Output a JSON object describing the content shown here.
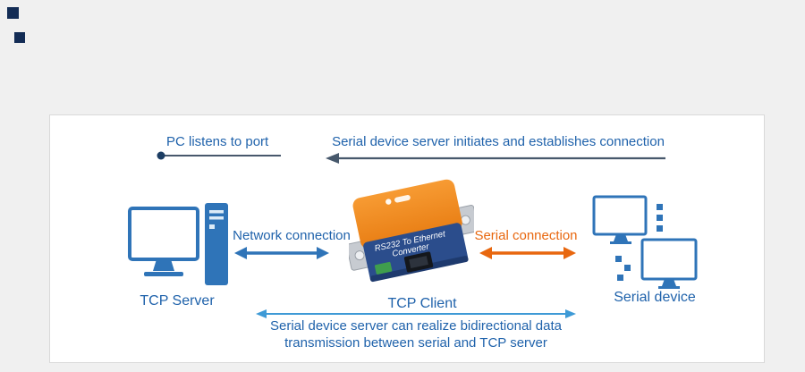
{
  "top_row": {
    "pc_listens_label": "PC listens to port",
    "serial_initiates_label": "Serial device server initiates and establishes connection"
  },
  "connections": {
    "network_label": "Network connection",
    "serial_label": "Serial connection",
    "bottom_line1": "Serial device server can realize bidirectional data",
    "bottom_line2": "transmission between serial and TCP server"
  },
  "nodes": {
    "tcp_server_label": "TCP Server",
    "tcp_client_label": "TCP Client",
    "serial_device_label": "Serial device"
  },
  "device": {
    "text_line1": "RS232 To Ethernet",
    "text_line2": "Converter"
  },
  "colors": {
    "background": "#f0f0f0",
    "panel_bg": "#ffffff",
    "panel_border": "#d9d9d9",
    "blue_text": "#1f62ab",
    "arrow_blue": "#2f74b8",
    "orange": "#e8670f",
    "top_arrow_gray_blue": "#47586c",
    "bottom_arrow_blue": "#3e9ad6",
    "decor_navy": "#132c55",
    "device_orange": "#f0861f",
    "device_blue": "#2b4d8c"
  }
}
